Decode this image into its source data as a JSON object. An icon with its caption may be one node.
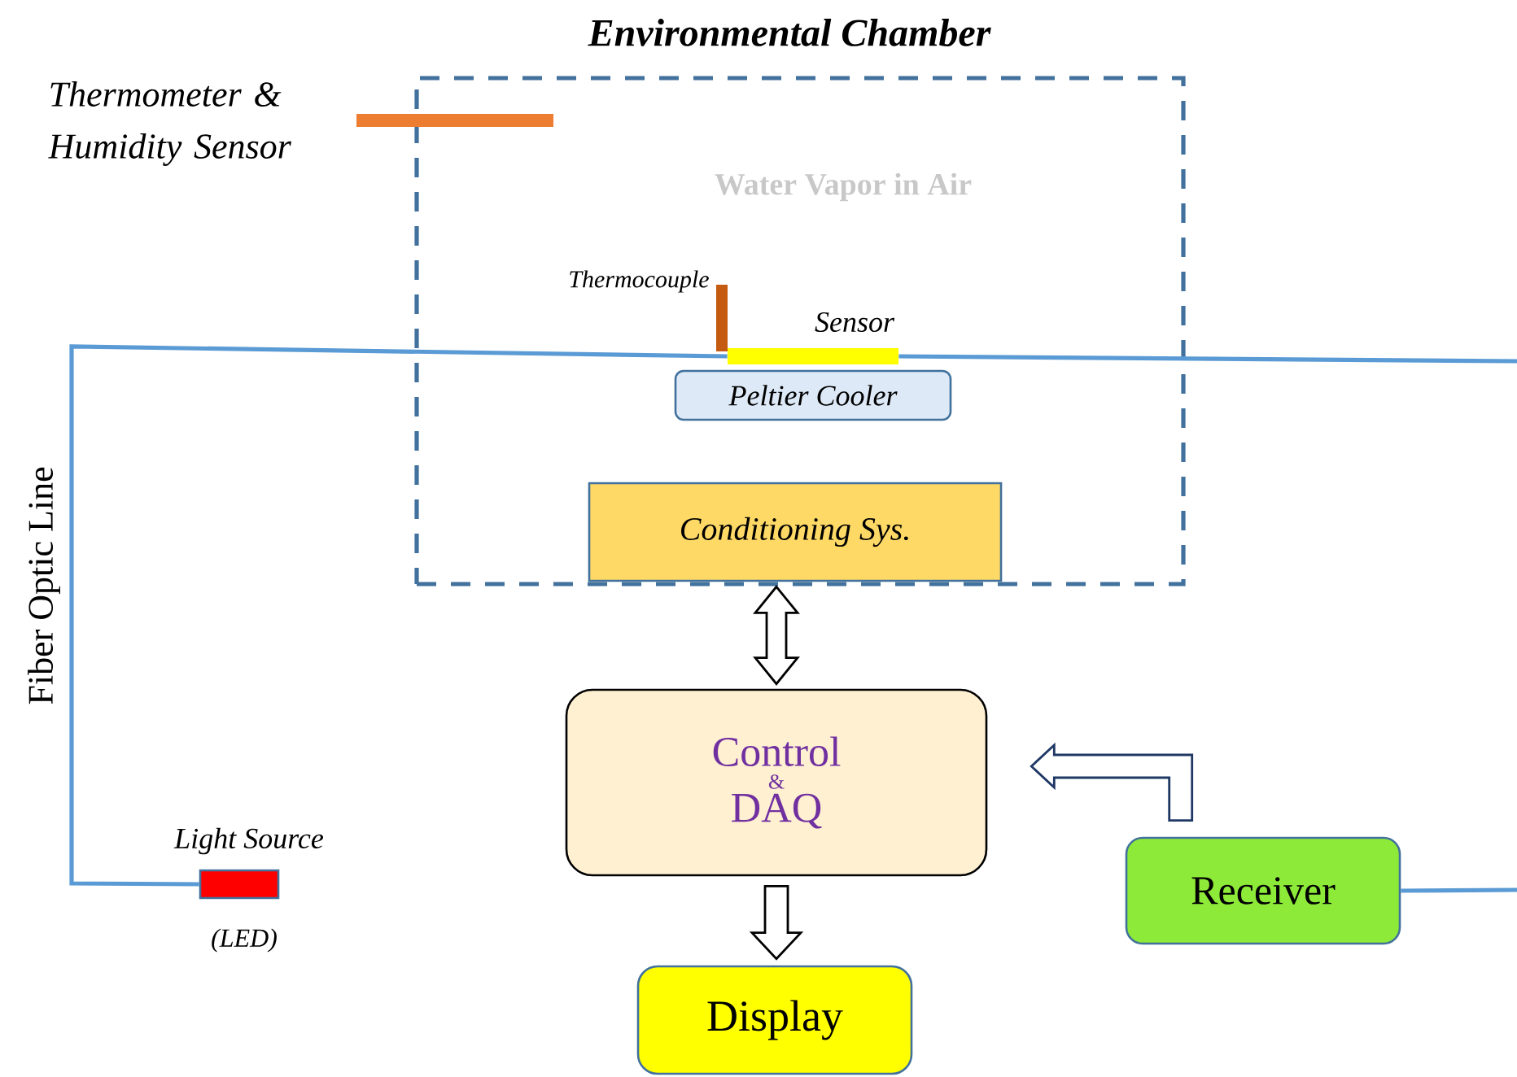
{
  "diagram": {
    "nodes": [
      {
        "text": [
          "Environmental Chamber"
        ]
      },
      {
        "text": [],
        "shape": "bar",
        "beside": [
          "Thermometer & Humidity Sensor"
        ]
      },
      {
        "text": [],
        "shape": "bar",
        "beside": [
          "Thermocouple"
        ],
        "in": 0
      },
      {
        "text": [],
        "shape": "bar",
        "beside": [
          "Sensor"
        ],
        "in": 0
      },
      {
        "text": [
          "Peltier Cooler"
        ],
        "in": 0
      },
      {
        "text": [
          "Conditioning Sys."
        ],
        "in": 0
      },
      {
        "text": [
          "Control",
          "&",
          "DAQ"
        ]
      },
      {
        "text": [
          "Display"
        ]
      },
      {
        "text": [
          "Receiver"
        ]
      },
      {
        "text": [],
        "shape": "bar",
        "beside": [
          "Light Source",
          "(LED)"
        ]
      }
    ],
    "edges": [
      {
        "from": 9,
        "to": 3,
        "arrow": "none",
        "label": "Fiber Optic Line",
        "color": "#5b9bd5"
      },
      {
        "from": 3,
        "to": null,
        "arrow": "none",
        "color": "#5b9bd5"
      },
      {
        "from": null,
        "to": 8,
        "arrow": "none",
        "color": "#5b9bd5"
      },
      {
        "from": 5,
        "to": 6,
        "arrow": "both"
      },
      {
        "from": 6,
        "to": 7,
        "arrow": "to"
      },
      {
        "from": 8,
        "to": 6,
        "arrow": "to",
        "color": "#1f3864"
      }
    ],
    "labels": [
      "Water Vapor in Air"
    ]
  }
}
